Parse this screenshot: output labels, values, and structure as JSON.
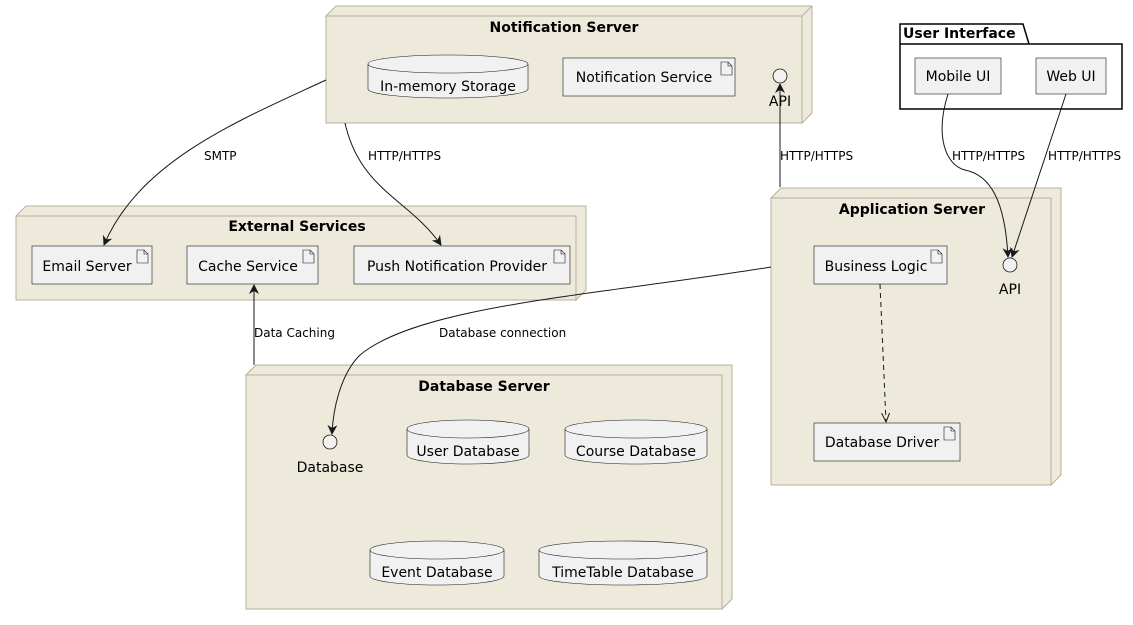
{
  "nodes": {
    "notification_server": {
      "title": "Notification Server",
      "in_memory_storage": "In-memory Storage",
      "notification_service": "Notification Service",
      "api": "API"
    },
    "user_interface": {
      "title": "User Interface",
      "mobile_ui": "Mobile UI",
      "web_ui": "Web UI"
    },
    "external_services": {
      "title": "External Services",
      "email_server": "Email Server",
      "cache_service": "Cache Service",
      "push_provider": "Push Notification Provider"
    },
    "application_server": {
      "title": "Application Server",
      "business_logic": "Business Logic",
      "api": "API",
      "database_driver": "Database Driver"
    },
    "database_server": {
      "title": "Database Server",
      "database": "Database",
      "user_db": "User Database",
      "course_db": "Course Database",
      "event_db": "Event Database",
      "timetable_db": "TimeTable Database"
    }
  },
  "edges": {
    "smtp": "SMTP",
    "notif_push": "HTTP/HTTPS",
    "app_notif": "HTTP/HTTPS",
    "mobile_api": "HTTP/HTTPS",
    "web_api": "HTTP/HTTPS",
    "data_caching": "Data Caching",
    "db_connection": "Database connection"
  }
}
